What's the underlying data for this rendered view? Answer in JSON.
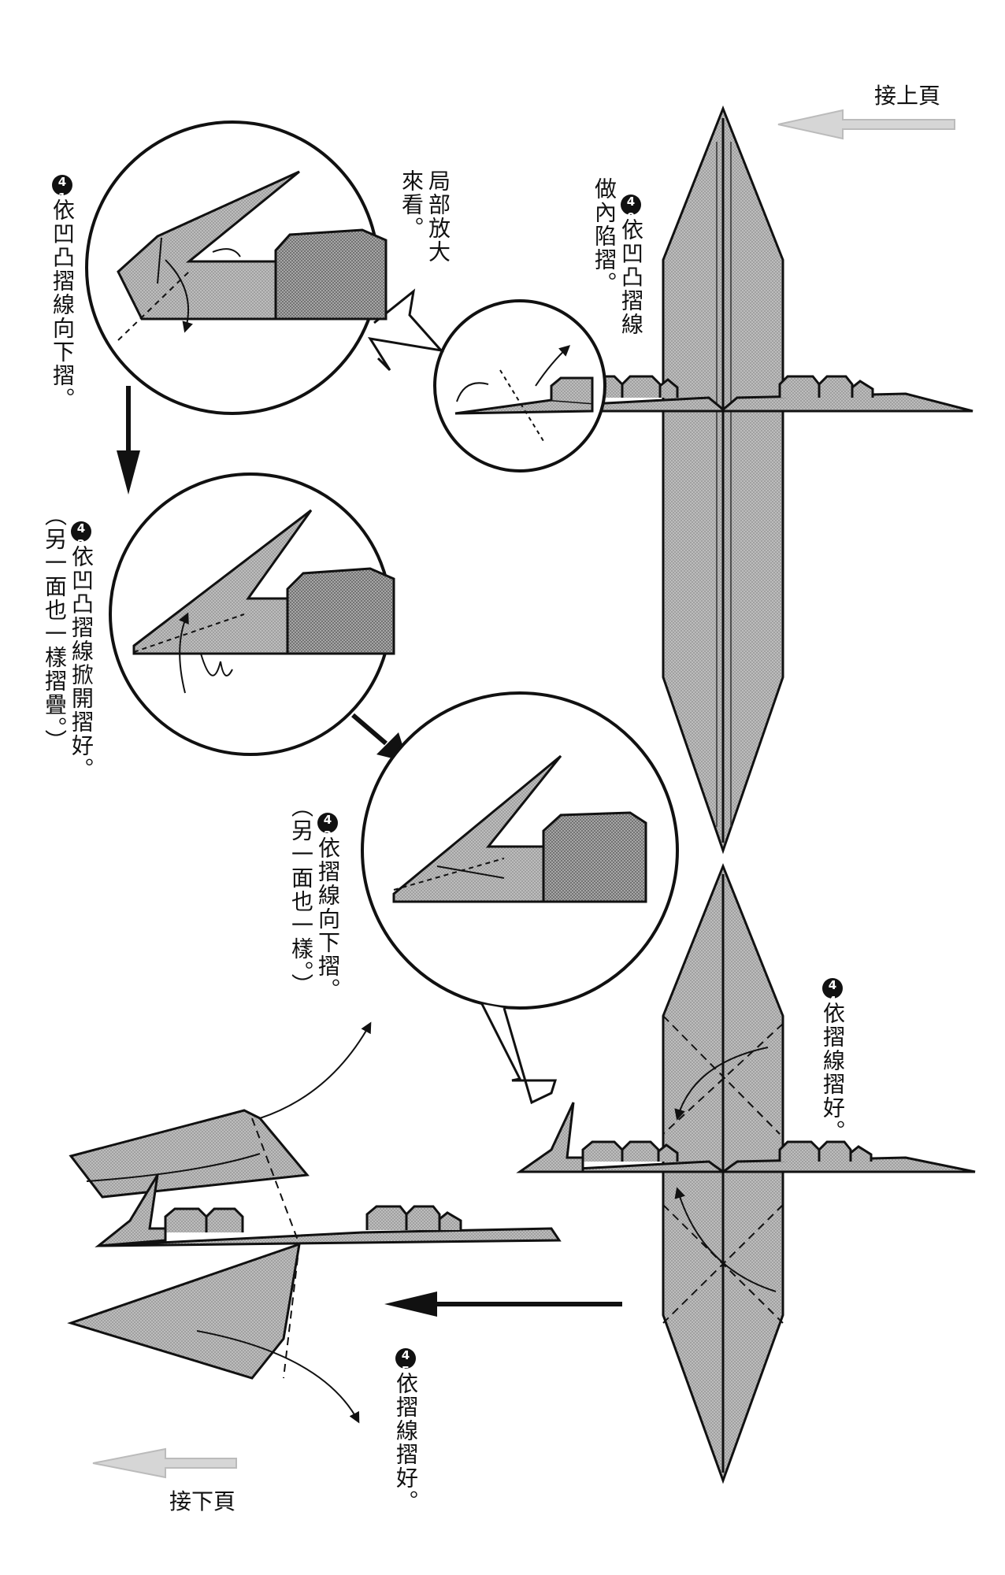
{
  "nav": {
    "prev_page": "接上頁",
    "next_page": "接下頁"
  },
  "steps": [
    {
      "number": "40",
      "text": "依凹凸摺線\n做內陷摺。"
    },
    {
      "number": "41",
      "text": "依凹凸摺線向下摺。"
    },
    {
      "number": "42",
      "text": "依凹凸摺線掀開摺好。\n（另一面也一樣摺疊。）"
    },
    {
      "number": "43",
      "text": "依摺線向下摺。\n（另一面也一樣。）"
    },
    {
      "number": "44",
      "text": "依摺線摺好。"
    },
    {
      "number": "45",
      "text": "依摺線摺好。"
    }
  ],
  "callouts": {
    "zoom_note": "局部放大\n來看。"
  },
  "colors": {
    "paper_fill": "#b8b8b8",
    "paper_dark": "#8f8f8f",
    "line": "#111111",
    "nav_arrow": "#cfcfcf"
  }
}
